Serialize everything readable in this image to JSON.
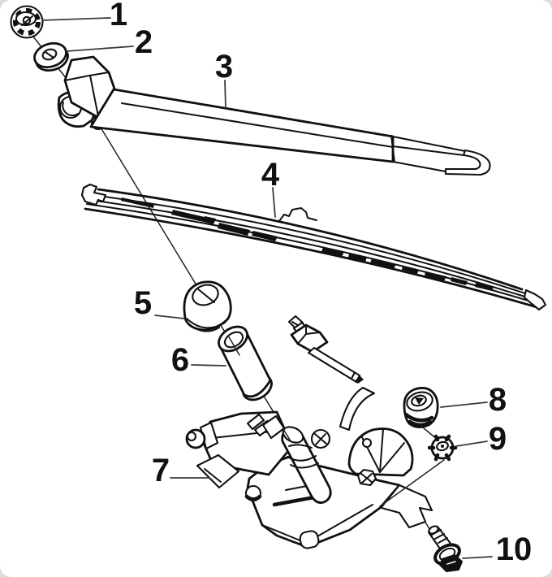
{
  "figure": {
    "type": "exploded-parts-diagram",
    "subject": "rear wiper arm, blade and wiper motor assembly",
    "background": "#ffffff",
    "line_color": "#111111",
    "label_color": "#111111",
    "leader_color": "#3a3a3a",
    "callouts": [
      {
        "number": "1",
        "part": "spindle-nut"
      },
      {
        "number": "2",
        "part": "washer"
      },
      {
        "number": "3",
        "part": "wiper-arm"
      },
      {
        "number": "4",
        "part": "wiper-blade"
      },
      {
        "number": "5",
        "part": "pivot-grommet"
      },
      {
        "number": "6",
        "part": "spacer-sleeve"
      },
      {
        "number": "7",
        "part": "wiper-motor"
      },
      {
        "number": "8",
        "part": "cap-nut"
      },
      {
        "number": "9",
        "part": "mounting-nut"
      },
      {
        "number": "10",
        "part": "mounting-bolt"
      }
    ]
  }
}
